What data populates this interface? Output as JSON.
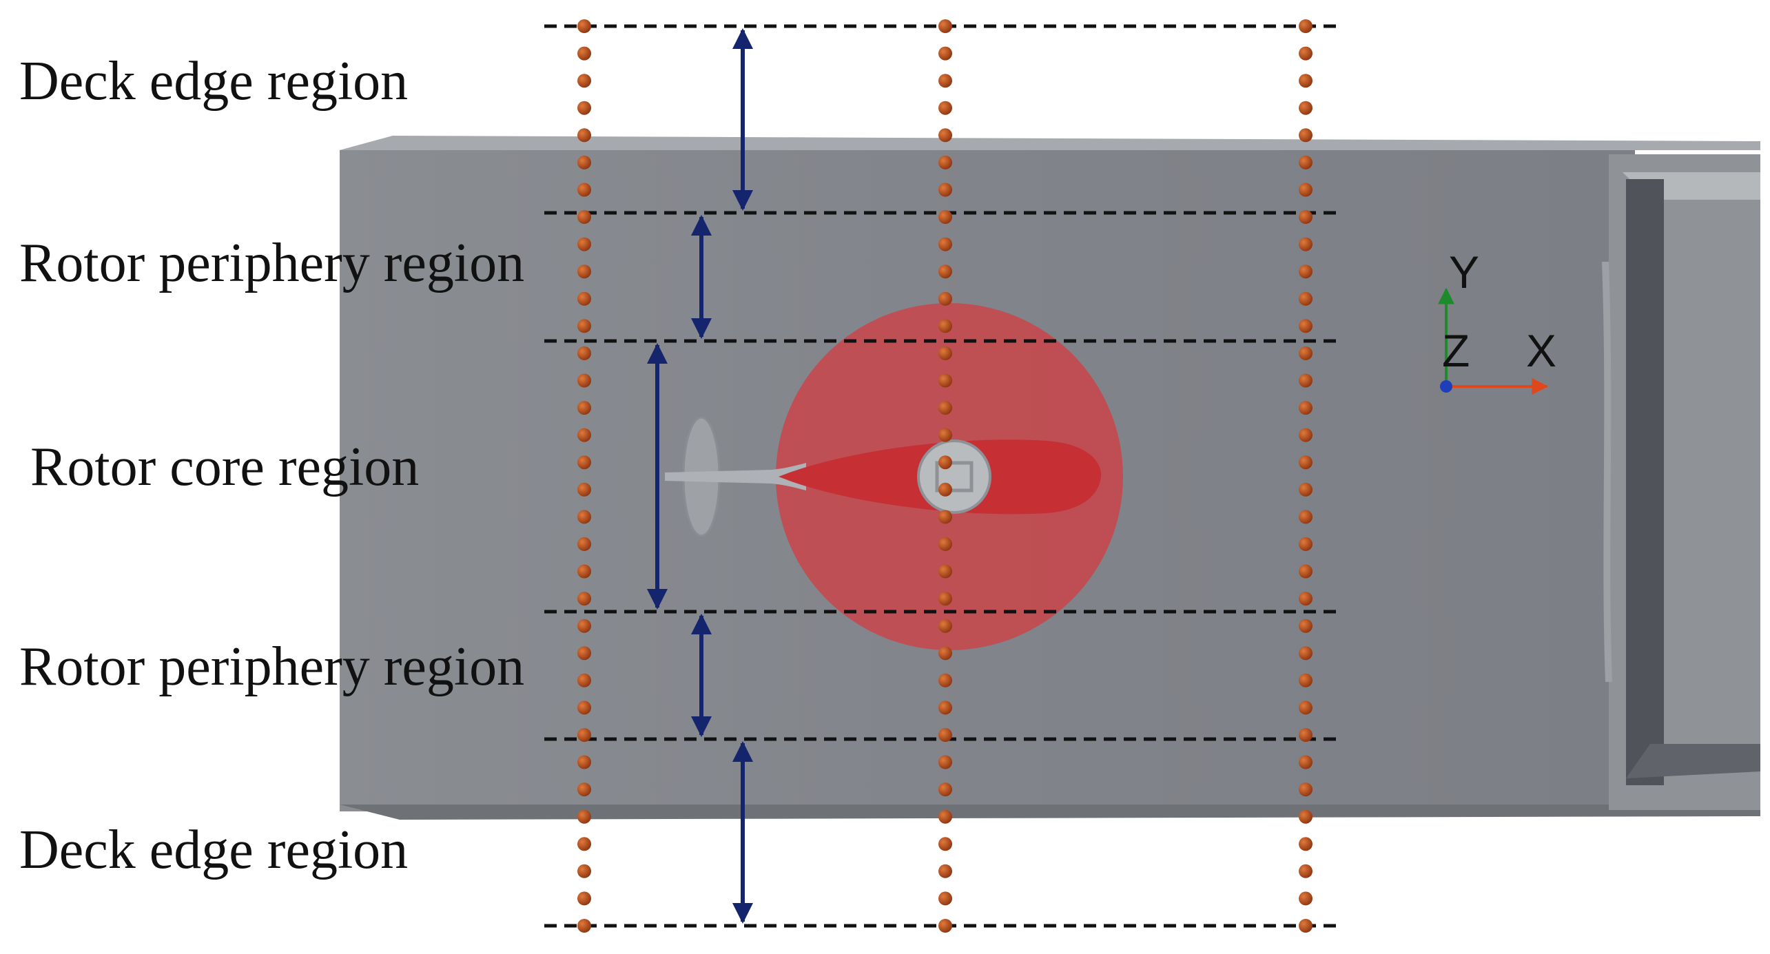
{
  "regions": [
    {
      "label": "Deck edge region"
    },
    {
      "label": "Rotor periphery region"
    },
    {
      "label": "Rotor core region"
    },
    {
      "label": "Rotor periphery region"
    },
    {
      "label": "Deck edge region"
    }
  ],
  "axes": {
    "x": "X",
    "y": "Y",
    "z": "Z"
  },
  "colors": {
    "deck": "#7f8288",
    "rotor_disk": "#d63a3f",
    "probe_point": "#a8471c",
    "arrow": "#14256e",
    "dashed_line": "#111111",
    "axis_x": "#e0471b",
    "axis_y": "#1d8a2c",
    "axis_z": "#1f3fb8"
  },
  "icons": {
    "helicopter": "helicopter-icon",
    "axis_triad": "axis-triad-icon"
  }
}
